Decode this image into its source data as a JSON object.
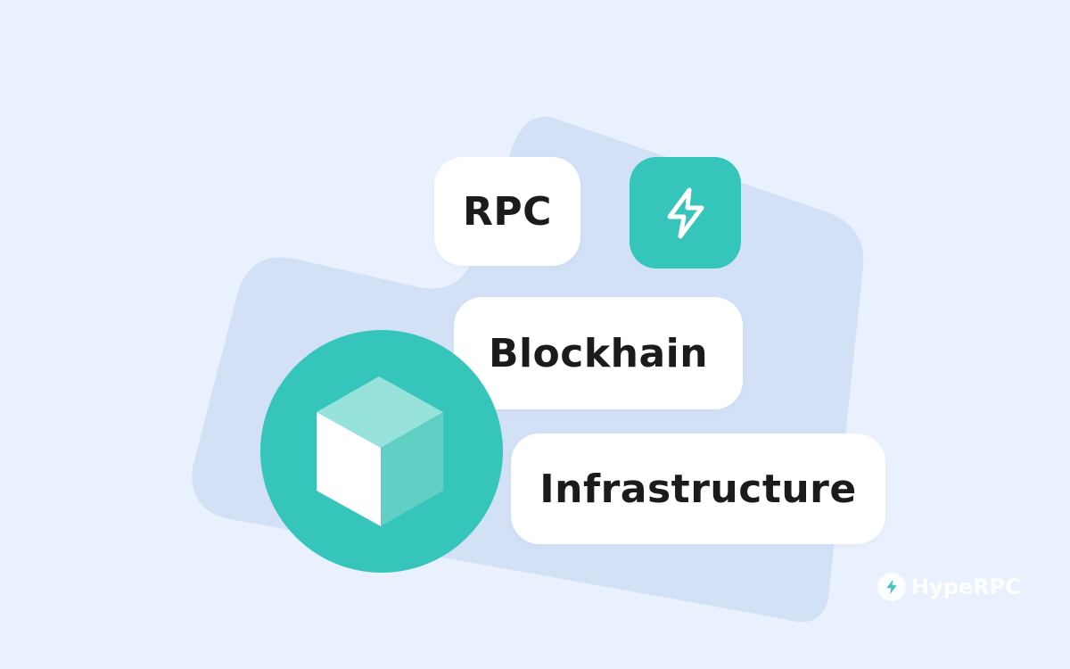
{
  "labels": {
    "rpc": "RPC",
    "blockchain": "Blockhain",
    "infrastructure": "Infrastructure"
  },
  "watermark": {
    "brand": "HypeRPC",
    "icon": "lightning-bolt-icon"
  },
  "icons": {
    "tile": "lightning-bolt-icon",
    "circle": "cube-icon"
  },
  "colors": {
    "background": "#EAF1FE",
    "card_shape": "#D3E1F6",
    "accent": "#36C5BA",
    "pill": "#FFFFFF",
    "text": "#1B1B1B"
  }
}
